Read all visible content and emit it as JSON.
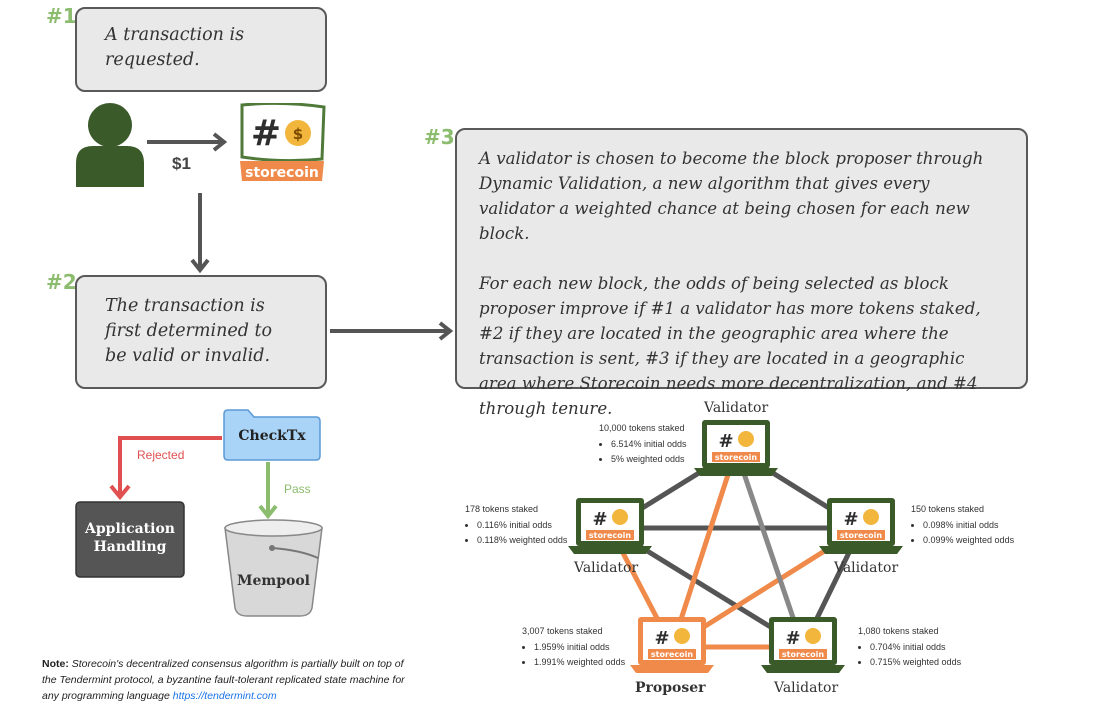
{
  "steps": {
    "s1": "#1",
    "s2": "#2",
    "s3": "#3"
  },
  "box1": {
    "text": "A transaction is requested."
  },
  "box2": {
    "text": "The transaction is first determined to be valid or invalid."
  },
  "box3": {
    "para1": "A validator is chosen to become the block proposer through Dynamic Validation, a new algorithm that gives every validator a weighted chance at being chosen for each new block.",
    "para2": "For each new block, the odds of being selected as block proposer improve if #1 a validator has more tokens staked, #2 if they are located in the geographic area where the transaction is sent, #3 if they are located in a geographic area where Storecoin needs more decentralization, and #4 through tenure."
  },
  "transfer": {
    "amount": "$1"
  },
  "logo": {
    "hash": "#",
    "brand": "storecoin"
  },
  "flow": {
    "checktx": "CheckTx",
    "rejected": "Rejected",
    "pass": "Pass",
    "app_handling": "Application Handling",
    "mempool": "Mempool"
  },
  "network": {
    "nodes": [
      {
        "label": "Validator",
        "stake": "10,000 tokens staked",
        "initial": "6.514% initial odds",
        "weighted": "5% weighted odds"
      },
      {
        "label": "Validator",
        "stake": "178 tokens staked",
        "initial": "0.116% initial odds",
        "weighted": "0.118% weighted odds"
      },
      {
        "label": "Validator",
        "stake": "150 tokens staked",
        "initial": "0.098% initial odds",
        "weighted": "0.099% weighted odds"
      },
      {
        "label": "Proposer",
        "stake": "3,007 tokens staked",
        "initial": "1.959% initial odds",
        "weighted": "1.991% weighted odds"
      },
      {
        "label": "Validator",
        "stake": "1,080 tokens staked",
        "initial": "0.704% initial odds",
        "weighted": "0.715% weighted odds"
      }
    ]
  },
  "note": {
    "label": "Note:",
    "text": "Storecoin's decentralized consensus algorithm is partially built on top of the Tendermint protocol, a byzantine fault-tolerant replicated state machine for any programming language",
    "link": "https://tendermint.com"
  },
  "colors": {
    "green_step": "#8cbc6e",
    "laptop_green": "#3b5a2a",
    "proposer_orange": "#f08a4b",
    "checktx_blue": "#a9d3f7",
    "rejected_red": "#e05050",
    "pass_green": "#8cbc6e",
    "dark_box": "#555555"
  }
}
